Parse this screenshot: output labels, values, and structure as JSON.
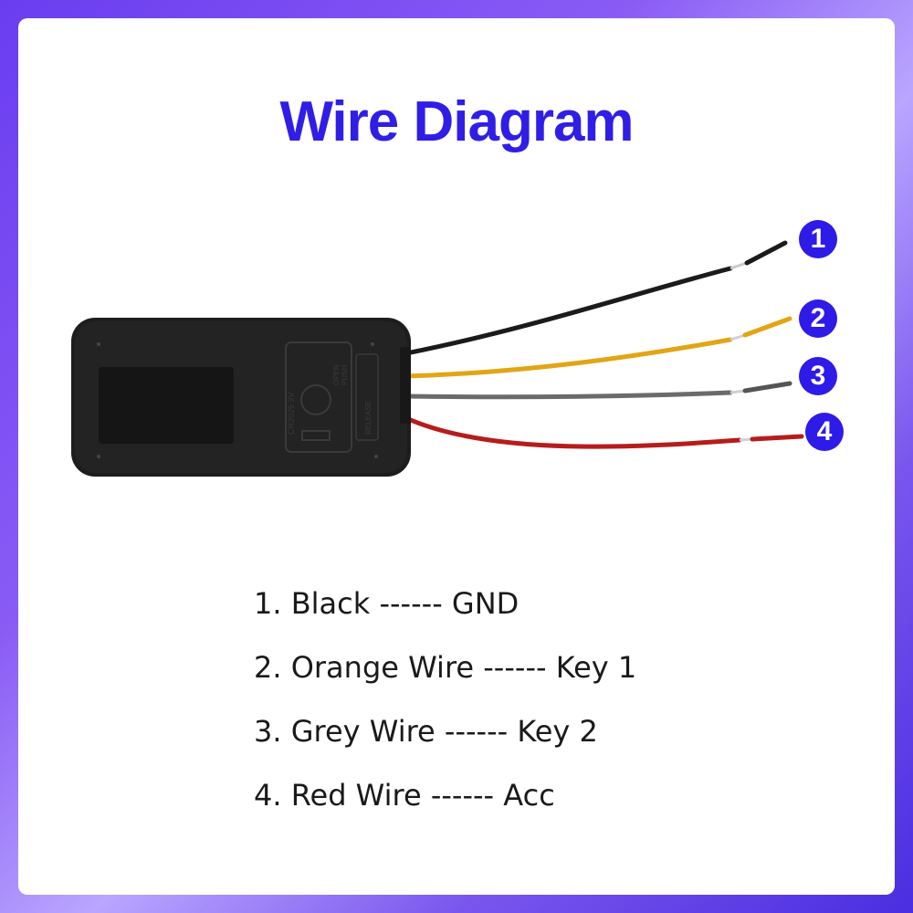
{
  "title": "Wire Diagram",
  "device": {
    "label_text": "CR2025 3V",
    "open_text": "OPEN",
    "push_text": "PUSH",
    "release_text": "RELEASE"
  },
  "wires": [
    {
      "number": "1",
      "color": "#1b1b1b"
    },
    {
      "number": "2",
      "color": "#e2a514"
    },
    {
      "number": "3",
      "color": "#6b6b6b"
    },
    {
      "number": "4",
      "color": "#b71c1c"
    }
  ],
  "legend": [
    "1. Black ------ GND",
    "2. Orange Wire ------ Key 1",
    "3. Grey Wire ------ Key 2",
    "4. Red Wire ------ Acc"
  ],
  "colors": {
    "title": "#2f1fe6",
    "badge": "#2e1be8",
    "frame_gradient": [
      "#6a3df0",
      "#b9a6ff",
      "#4a2ee0"
    ]
  }
}
